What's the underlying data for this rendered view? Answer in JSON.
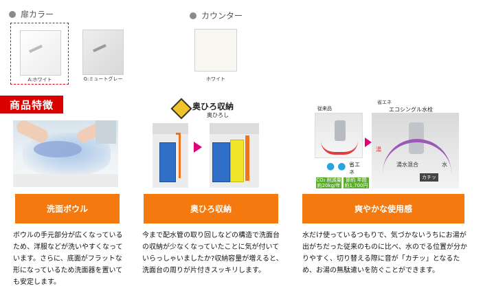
{
  "door_color": {
    "heading": "扉カラー",
    "options": [
      {
        "label": "A:ホワイト",
        "color": "#f6f6f6",
        "selected": true
      },
      {
        "label": "G:ミュートグレー",
        "color": "#e2e2e2",
        "selected": false
      }
    ]
  },
  "counter": {
    "heading": "カウンター",
    "options": [
      {
        "label": "ホワイト",
        "color": "#f9f7f1"
      }
    ]
  },
  "features_badge": "商品特徴",
  "features": [
    {
      "title": "洗面ボウル",
      "description": "ボウルの手元部分が広くなっているため、洋服などが洗いやすくなっています。さらに、底面がフラットな形になっているため洗面器を置いても安定します。"
    },
    {
      "title": "奥ひろ収納",
      "logo_text": "奥ひろ収納",
      "logo_subtext": "奥ひろし",
      "description": "今まで配水管の取り回しなどの構造で洗面台の収納が少なくなっていたことに気が付いていらっしゃいましたか?収納容量が増えると、洗面台の周りが片付きスッキリします。"
    },
    {
      "title": "爽やかな使用感",
      "eco_label": "省エネ",
      "old_label": "従来品",
      "new_label": "エコシングル水栓",
      "water_label": "湯水混合",
      "cold_label": "水",
      "click_label": "カチッ",
      "eco_badge_1": "CO₂ 削減量約20kg/年",
      "eco_badge_2": "節約 年間約1,700円",
      "save_label": "省エネ",
      "description": "水だけ使っているつもりで、気づかないうちにお湯が出がちだった従来のものに比べ、水のでる位置が分かりやすく、切り替える際に音が「カチッ」となるため、お湯の無駄遣いを防ぐことができます。"
    }
  ]
}
